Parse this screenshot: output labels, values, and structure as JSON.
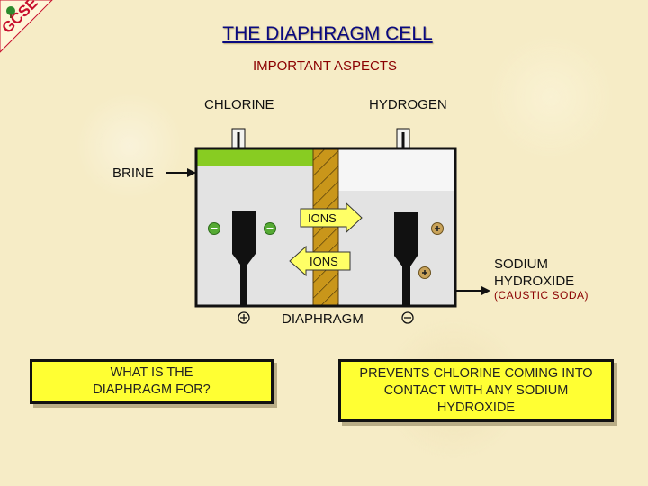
{
  "logo": {
    "text": "GCSE",
    "icon": "tree-icon"
  },
  "title": "THE DIAPHRAGM CELL",
  "subtitle": "IMPORTANT ASPECTS",
  "labels": {
    "chlorine": "CHLORINE",
    "hydrogen": "HYDROGEN",
    "brine": "BRINE",
    "ions_top": "IONS",
    "ions_bottom": "IONS",
    "sodium_hydroxide": "SODIUM\nHYDROXIDE",
    "caustic_soda": "(CAUSTIC SODA)",
    "diaphragm": "DIAPHRAGM"
  },
  "question_box": {
    "text": "WHAT IS THE\nDIAPHRAGM FOR?"
  },
  "answer_box": {
    "text": "PREVENTS CHLORINE COMING INTO\nCONTACT WITH ANY SODIUM\nHYDROXIDE"
  },
  "colors": {
    "chlorine_gas": "#88cc22",
    "diaphragm": "#c9961a",
    "box": "#ffff33",
    "title": "#0a0a80",
    "subtitle": "#8b0000"
  }
}
